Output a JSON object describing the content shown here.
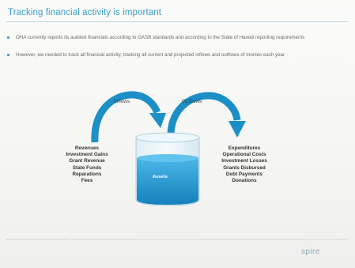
{
  "slide": {
    "title": "Tracking financial activity is important",
    "bullets": [
      "OHA currently reports its audited financials according to GASB standards and according to the State of Hawaii reporting requirements",
      "However, we needed to track all financial activity, tracking all current and projected inflows and outflows of monies each year"
    ]
  },
  "diagram": {
    "inflows_label": "Inflows",
    "outflows_label": "Outflows",
    "center_label": "Assets",
    "inflow_items": [
      "Revenues",
      "Investment Gains",
      "Grant Revenue",
      "State Funds",
      "Reparations",
      "Fees"
    ],
    "outflow_items": [
      "Expenditures",
      "Operational Costs",
      "Investment Losses",
      "Grants Disbursed",
      "Debt Payments",
      "Donations"
    ],
    "colors": {
      "arrow": "#1b8fc6",
      "liquid": "#1e9ad6",
      "accent": "#3a9fc9"
    }
  },
  "footer": {
    "logo_text": "spire"
  }
}
